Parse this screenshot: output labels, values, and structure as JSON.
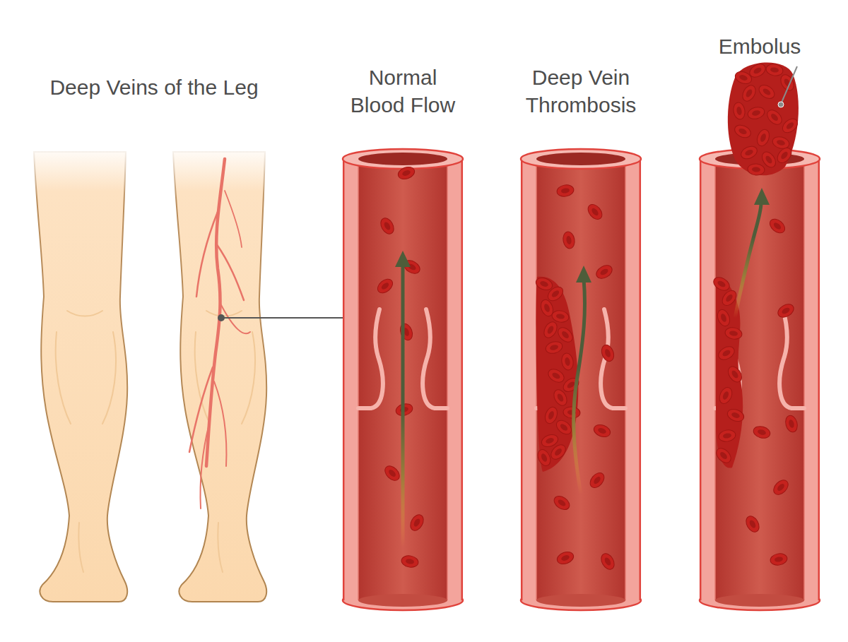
{
  "diagram": {
    "labels": [
      "Deep Veins of the Leg",
      "Normal Blood Flow",
      "Deep Vein Thrombosis",
      "Embolus"
    ]
  }
}
